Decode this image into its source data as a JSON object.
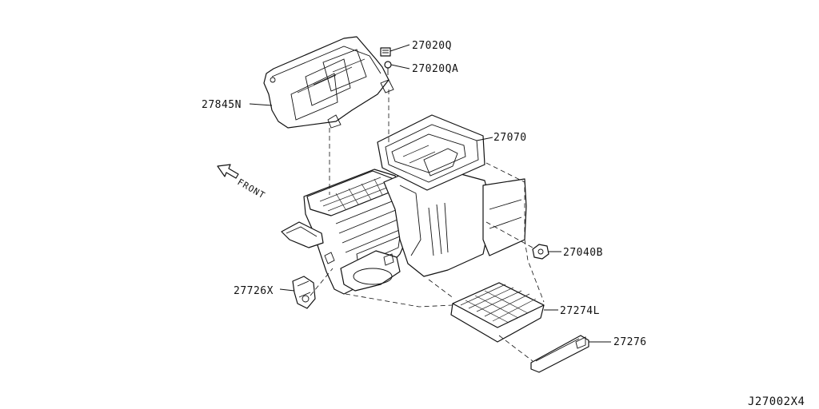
{
  "callouts": {
    "p27020Q": "27020Q",
    "p27020QA": "27020QA",
    "p27845N": "27845N",
    "p27070": "27070",
    "p27040B": "27040B",
    "p27726X": "27726X",
    "p27274L": "27274L",
    "p27276": "27276"
  },
  "direction_label": "FRONT",
  "reference_code": "J27002X4"
}
